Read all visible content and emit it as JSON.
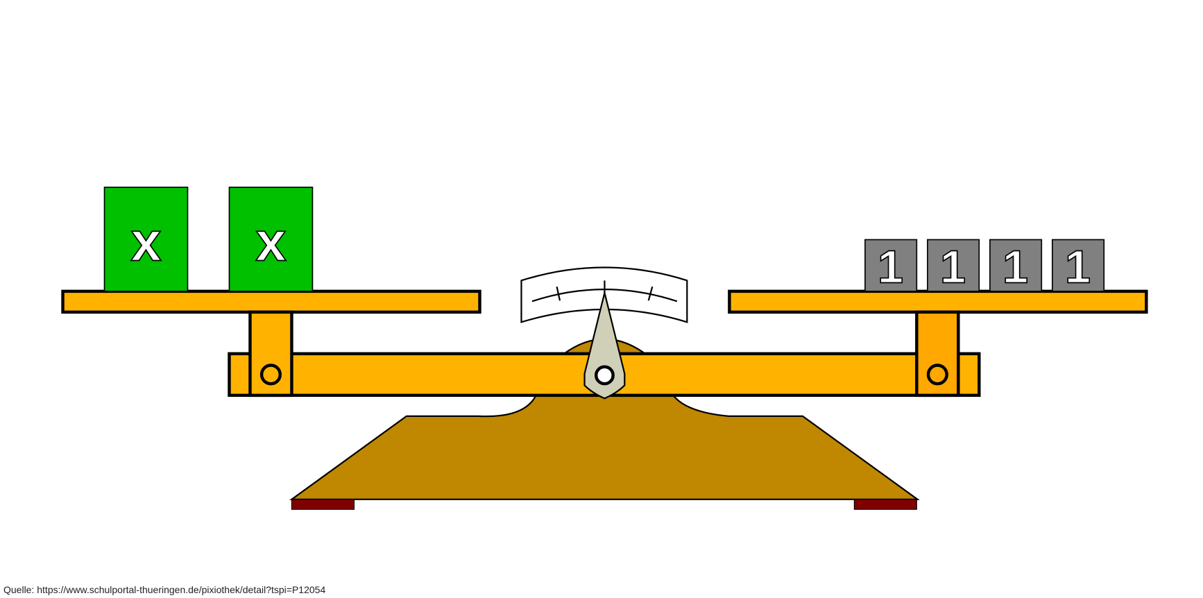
{
  "left_pan": {
    "blocks": [
      "x",
      "x"
    ],
    "color": "#00c000"
  },
  "right_pan": {
    "blocks": [
      "1",
      "1",
      "1",
      "1"
    ],
    "color": "#808080"
  },
  "source": "Quelle: https://www.schulportal-thueringen.de/pixiothek/detail?tspi=P12054"
}
